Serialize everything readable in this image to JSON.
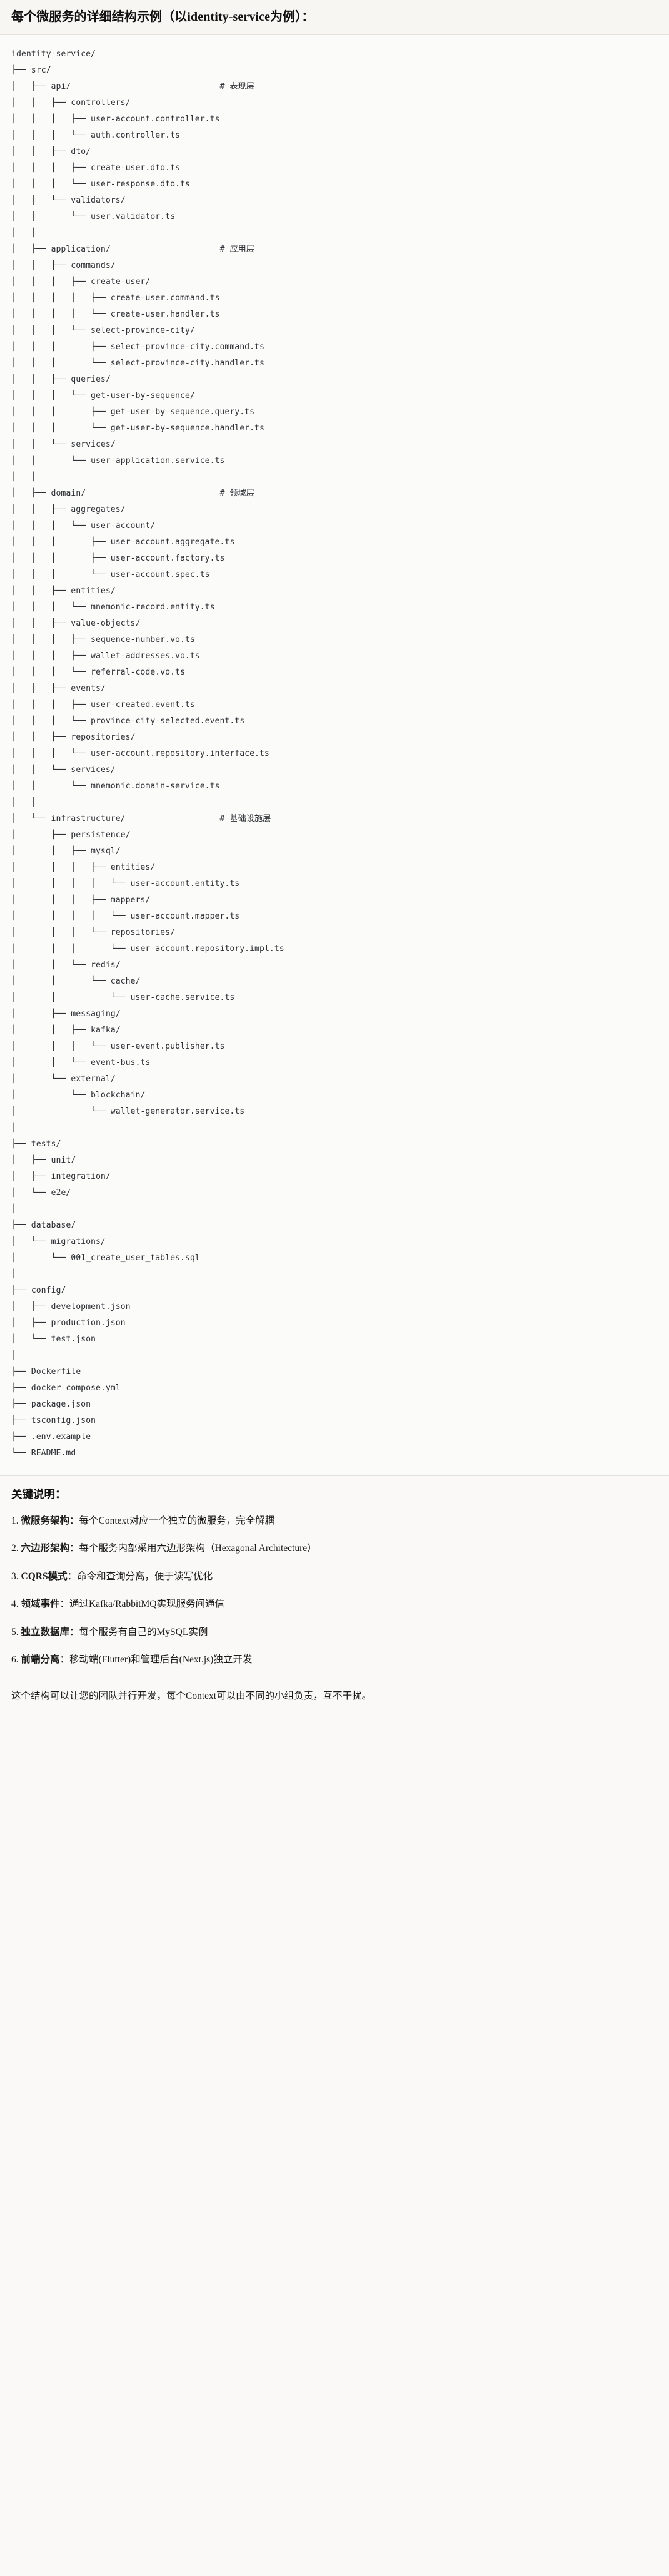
{
  "header": {
    "title": "每个微服务的详细结构示例（以identity-service为例）："
  },
  "tree": {
    "root_label": "identity-service/",
    "lines": [
      "identity-service/",
      "├── src/",
      "│   ├── api/                              # 表现层",
      "│   │   ├── controllers/",
      "│   │   │   ├── user-account.controller.ts",
      "│   │   │   └── auth.controller.ts",
      "│   │   ├── dto/",
      "│   │   │   ├── create-user.dto.ts",
      "│   │   │   └── user-response.dto.ts",
      "│   │   └── validators/",
      "│   │       └── user.validator.ts",
      "│   │",
      "│   ├── application/                      # 应用层",
      "│   │   ├── commands/",
      "│   │   │   ├── create-user/",
      "│   │   │   │   ├── create-user.command.ts",
      "│   │   │   │   └── create-user.handler.ts",
      "│   │   │   └── select-province-city/",
      "│   │   │       ├── select-province-city.command.ts",
      "│   │   │       └── select-province-city.handler.ts",
      "│   │   ├── queries/",
      "│   │   │   └── get-user-by-sequence/",
      "│   │   │       ├── get-user-by-sequence.query.ts",
      "│   │   │       └── get-user-by-sequence.handler.ts",
      "│   │   └── services/",
      "│   │       └── user-application.service.ts",
      "│   │",
      "│   ├── domain/                           # 领域层",
      "│   │   ├── aggregates/",
      "│   │   │   └── user-account/",
      "│   │   │       ├── user-account.aggregate.ts",
      "│   │   │       ├── user-account.factory.ts",
      "│   │   │       └── user-account.spec.ts",
      "│   │   ├── entities/",
      "│   │   │   └── mnemonic-record.entity.ts",
      "│   │   ├── value-objects/",
      "│   │   │   ├── sequence-number.vo.ts",
      "│   │   │   ├── wallet-addresses.vo.ts",
      "│   │   │   └── referral-code.vo.ts",
      "│   │   ├── events/",
      "│   │   │   ├── user-created.event.ts",
      "│   │   │   └── province-city-selected.event.ts",
      "│   │   ├── repositories/",
      "│   │   │   └── user-account.repository.interface.ts",
      "│   │   └── services/",
      "│   │       └── mnemonic.domain-service.ts",
      "│   │",
      "│   └── infrastructure/                   # 基础设施层",
      "│       ├── persistence/",
      "│       │   ├── mysql/",
      "│       │   │   ├── entities/",
      "│       │   │   │   └── user-account.entity.ts",
      "│       │   │   ├── mappers/",
      "│       │   │   │   └── user-account.mapper.ts",
      "│       │   │   └── repositories/",
      "│       │   │       └── user-account.repository.impl.ts",
      "│       │   └── redis/",
      "│       │       └── cache/",
      "│       │           └── user-cache.service.ts",
      "│       ├── messaging/",
      "│       │   ├── kafka/",
      "│       │   │   └── user-event.publisher.ts",
      "│       │   └── event-bus.ts",
      "│       └── external/",
      "│           └── blockchain/",
      "│               └── wallet-generator.service.ts",
      "│",
      "├── tests/",
      "│   ├── unit/",
      "│   ├── integration/",
      "│   └── e2e/",
      "│",
      "├── database/",
      "│   └── migrations/",
      "│       └── 001_create_user_tables.sql",
      "│",
      "├── config/",
      "│   ├── development.json",
      "│   ├── production.json",
      "│   └── test.json",
      "│",
      "├── Dockerfile",
      "├── docker-compose.yml",
      "├── package.json",
      "├── tsconfig.json",
      "├── .env.example",
      "└── README.md"
    ],
    "layer_comments": [
      "# 表现层",
      "# 应用层",
      "# 领域层",
      "# 基础设施层"
    ]
  },
  "notes": {
    "heading": "关键说明：",
    "items": [
      {
        "index": "1.",
        "term": "微服务架构",
        "desc": "：每个Context对应一个独立的微服务，完全解耦"
      },
      {
        "index": "2.",
        "term": "六边形架构",
        "desc": "：每个服务内部采用六边形架构（Hexagonal Architecture）"
      },
      {
        "index": "3.",
        "term": "CQRS模式",
        "desc": "：命令和查询分离，便于读写优化"
      },
      {
        "index": "4.",
        "term": "领域事件",
        "desc": "：通过Kafka/RabbitMQ实现服务间通信"
      },
      {
        "index": "5.",
        "term": "独立数据库",
        "desc": "：每个服务有自己的MySQL实例"
      },
      {
        "index": "6.",
        "term": "前端分离",
        "desc": "：移动端(Flutter)和管理后台(Next.js)独立开发"
      }
    ]
  },
  "footer": {
    "text": "这个结构可以让您的团队并行开发，每个Context可以由不同的小组负责，互不干扰。"
  }
}
